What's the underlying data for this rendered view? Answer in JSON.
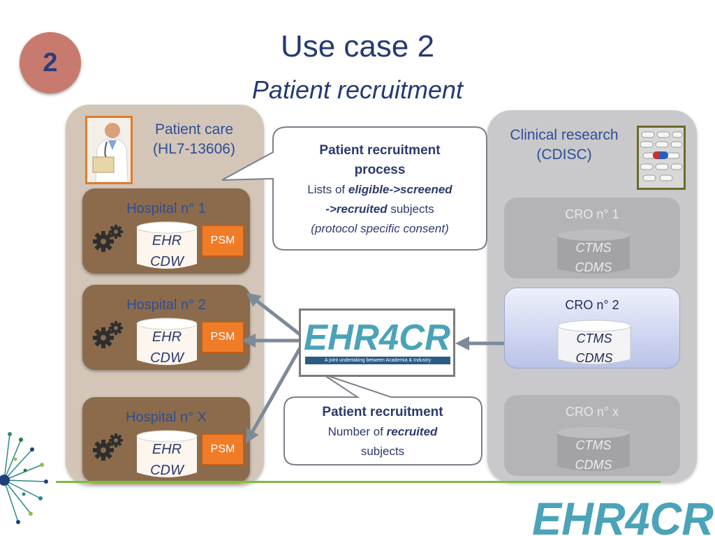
{
  "slide_number": "2",
  "title": "Use case 2",
  "subtitle": "Patient recruitment",
  "left_panel": {
    "heading_line1": "Patient care",
    "heading_line2": "(HL7-13606)",
    "hospitals": [
      {
        "label": "Hospital n° 1",
        "db_line1": "EHR",
        "db_line2": "CDW",
        "psm": "PSM"
      },
      {
        "label": "Hospital n° 2",
        "db_line1": "EHR",
        "db_line2": "CDW",
        "psm": "PSM"
      },
      {
        "label": "Hospital n° X",
        "db_line1": "EHR",
        "db_line2": "CDW",
        "psm": "PSM"
      }
    ]
  },
  "right_panel": {
    "heading_line1": "Clinical research",
    "heading_line2": "(CDISC)",
    "cros": [
      {
        "label": "CRO n° 1",
        "db_line1": "CTMS",
        "db_line2": "CDMS",
        "active": false
      },
      {
        "label": "CRO n° 2",
        "db_line1": "CTMS",
        "db_line2": "CDMS",
        "active": true
      },
      {
        "label": "CRO n° x",
        "db_line1": "CTMS",
        "db_line2": "CDMS",
        "active": false
      }
    ]
  },
  "callout_top": {
    "title_line1": "Patient recruitment",
    "title_line2": "process",
    "line3_prefix": "Lists of ",
    "line3_emph": "eligible->screened",
    "line4_emph": "->recruited",
    "line4_suffix": " subjects",
    "line5": "(protocol specific consent)"
  },
  "callout_bottom": {
    "title": "Patient recruitment",
    "line2_prefix": "Number of ",
    "line2_emph": "recruited",
    "line3": "subjects"
  },
  "center_logo": {
    "text": "EHR4CR",
    "tagline": "A joint undertaking between Academia & Industry"
  },
  "corner_logo": {
    "text": "EHR4CR"
  },
  "colors": {
    "title": "#253a73",
    "hospital_box": "#8b6b4b",
    "psm_box": "#f07c28",
    "logo_blue": "#4aa3b8",
    "logo_green": "#8cc24a",
    "accent_line": "#7ebd3d"
  }
}
